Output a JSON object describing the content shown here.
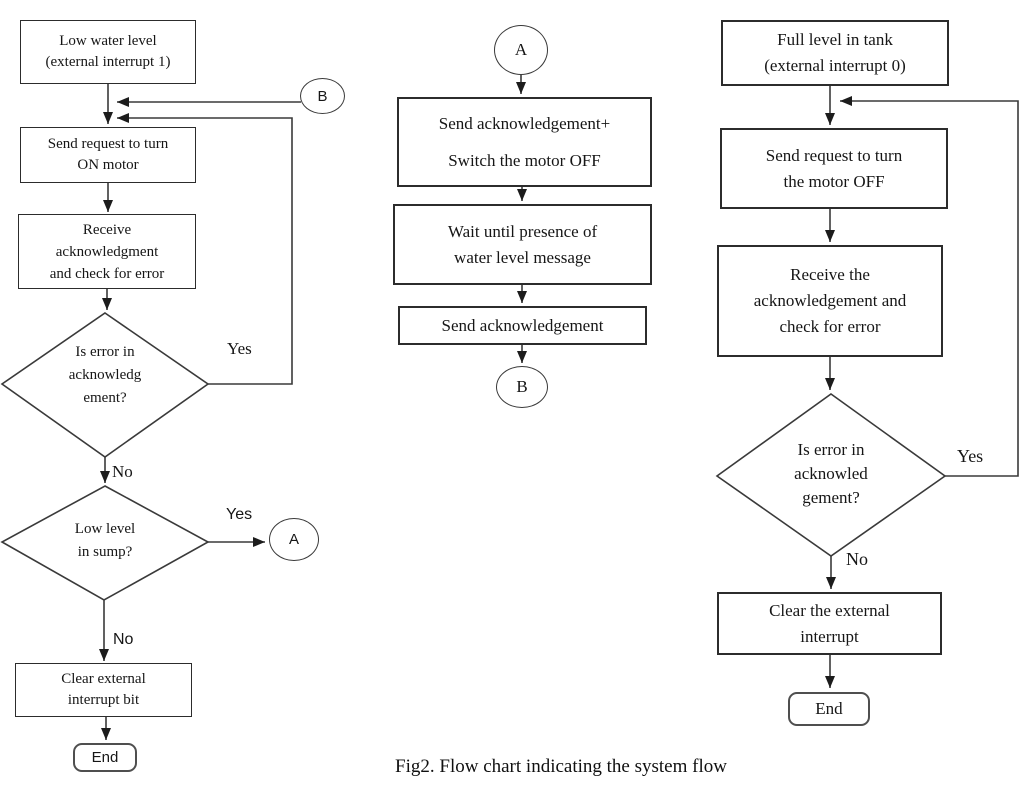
{
  "caption": "Fig2. Flow chart indicating the system flow",
  "colors": {
    "line": "#3a3a3a",
    "text": "#161616"
  },
  "left": {
    "start_lines": [
      "Low water level",
      "(external interrupt 1)"
    ],
    "b_connector": "B",
    "send_request": [
      "Send request to turn",
      "ON motor"
    ],
    "receive_ack": [
      "Receive",
      "acknowledgment",
      "and check for error"
    ],
    "error_decision": [
      "Is error in",
      "acknowledg",
      "ement?"
    ],
    "yes_error": "Yes",
    "no_error": "No",
    "sump_decision": [
      "Low level",
      "in sump?"
    ],
    "yes_sump": "Yes",
    "a_connector": "A",
    "no_sump": "No",
    "clear_box": [
      "Clear external",
      "interrupt bit"
    ],
    "end_label": "End"
  },
  "middle": {
    "a_connector": "A",
    "ack_switch_off": [
      "Send acknowledgement+",
      "Switch the motor OFF"
    ],
    "wait_box": [
      "Wait until presence of",
      "water level message"
    ],
    "send_ack": "Send acknowledgement",
    "b_connector": "B"
  },
  "right": {
    "start_lines": [
      "Full level in tank",
      "(external interrupt 0)"
    ],
    "send_request": [
      "Send request to turn",
      "the motor OFF"
    ],
    "receive_ack": [
      "Receive the",
      "acknowledgement and",
      "check for error"
    ],
    "error_decision": [
      "Is error in",
      "acknowled",
      "gement?"
    ],
    "yes_label": "Yes",
    "no_label": "No",
    "clear_box": [
      "Clear the external",
      "interrupt"
    ],
    "end_label": "End"
  }
}
